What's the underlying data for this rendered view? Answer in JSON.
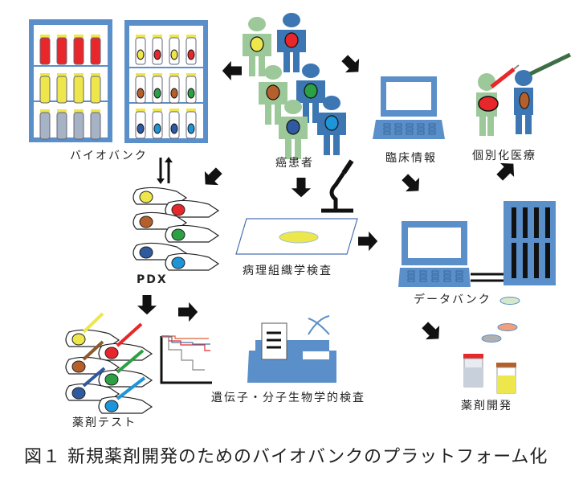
{
  "labels": {
    "biobank": "バイオバンク",
    "patients": "癌患者",
    "clinical_info": "臨床情報",
    "personalized_medicine": "個別化医療",
    "pdx": "PDX",
    "patients_2": "癌患者",
    "pathology": "病理組織学検査",
    "databank": "データバンク",
    "drug_test": "薬剤テスト",
    "genetic_test": "遺伝子・分子生物学的検査",
    "drug_development": "薬剤開発"
  },
  "caption": "図１ 新規薬剤開発のためのバイオバンクのプラットフォーム化",
  "colors": {
    "blue": "#3d77b3",
    "light_blue": "#5b8fc9",
    "green_person": "#9dc89a",
    "red": "#e8272b",
    "yellow": "#ede74b",
    "grey_tube": "#a6b3c5",
    "orange_brown": "#b5602b",
    "green_tumor": "#2ca043",
    "dark_blue_tumor": "#2f5aa0",
    "cyan_tumor": "#1e95d9"
  }
}
